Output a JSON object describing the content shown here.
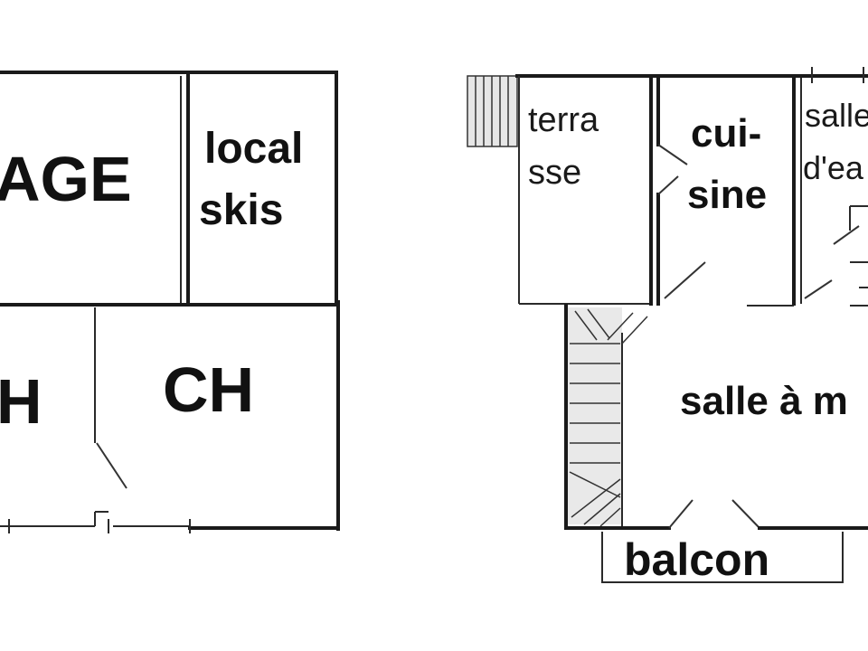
{
  "left_plan": {
    "rooms": {
      "garage": "AGE",
      "local_skis_line1": "local",
      "local_skis_line2": "skis",
      "ch_left": "H",
      "ch_right": "CH"
    }
  },
  "right_plan": {
    "rooms": {
      "terrasse_line1": "terra",
      "terrasse_line2": "sse",
      "cuisine_line1": "cui-",
      "cuisine_line2": "sine",
      "salle_eau_line1": "salle",
      "salle_eau_line2": "d'ea",
      "salle_a_manger": "salle à m",
      "balcon": "balcon"
    }
  },
  "colors": {
    "wall": "#1a1a1a",
    "background": "#ffffff",
    "stair_fill": "#e6e6e6"
  }
}
